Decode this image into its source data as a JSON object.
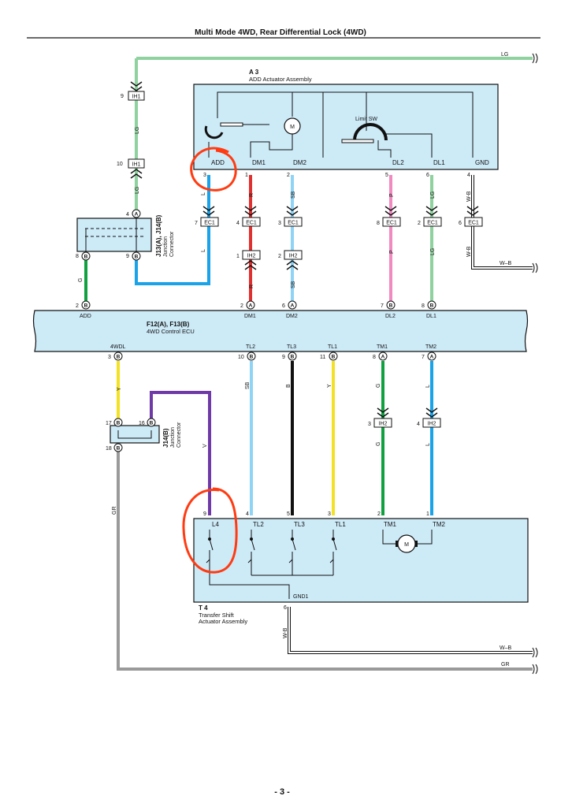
{
  "header": {
    "title": "Multi Mode 4WD, Rear Differential Lock (4WD)"
  },
  "footer": {
    "page": "- 3 -"
  },
  "colors": {
    "box_fill": "#cdeaf7",
    "marker": "#ff3b12",
    "LG": "#8fd29f",
    "L": "#1aa3e8",
    "R": "#e03030",
    "SB": "#8fd3f5",
    "P": "#f08ac0",
    "G": "#10a040",
    "W-B": "#ffffff",
    "Y": "#f2e124",
    "V": "#6f3aa8",
    "B": "#111111",
    "GR": "#9a9a9a"
  },
  "components": {
    "a3": {
      "code": "A 3",
      "name": "ADD Actuator Assembly",
      "limit_sw": "Limit SW",
      "motor": "M",
      "pins": [
        "ADD",
        "DM1",
        "DM2",
        "DL2",
        "DL1",
        "GND"
      ]
    },
    "ecu": {
      "code": "F12(A), F13(B)",
      "name": "4WD Control ECU",
      "pins_top": [
        "ADD",
        "DM1",
        "DM2",
        "DL2",
        "DL1"
      ],
      "pins_bottom": [
        "4WDL",
        "TL2",
        "TL3",
        "TL1",
        "TM1",
        "TM2"
      ]
    },
    "j13": {
      "code": "J13(A), J14(B)",
      "line1": "Junction",
      "line2": "Connector"
    },
    "j14": {
      "code": "J14(B)",
      "line1": "Junction",
      "line2": "Connector"
    },
    "t4": {
      "code": "T 4",
      "line1": "Transfer Shift",
      "line2": "Actuator Assembly",
      "motor": "M",
      "pins": [
        "L4",
        "TL2",
        "TL3",
        "TL1",
        "TM1",
        "TM2"
      ],
      "gnd": "GND1"
    }
  },
  "connectors": {
    "ih1": "IH1",
    "ec1": "EC1",
    "ih2": "IH2"
  },
  "pin_numbers": {
    "ih1_top": "9",
    "ih1_mid": "10",
    "j13_a": "4",
    "j13_b8": "8",
    "j13_b9": "9",
    "ecu_add": "2",
    "ecu_dm1": "2",
    "ecu_dm2": "6",
    "ecu_dl2": "7",
    "ecu_dl1": "8",
    "a3_add": "3",
    "a3_dm1": "1",
    "a3_dm2": "2",
    "a3_dl2": "5",
    "a3_dl1": "6",
    "a3_gnd": "4",
    "ec1_add": "7",
    "ec1_dm1": "4",
    "ec1_dm2": "3",
    "ec1_dl2": "8",
    "ec1_dl1": "2",
    "ec1_gnd": "6",
    "ih2_dm1": "1",
    "ih2_dm2": "2",
    "ecu_4wdl": "3",
    "ecu_tl2": "10",
    "ecu_tl3": "9",
    "ecu_tl1": "11",
    "ecu_tm1": "8",
    "ecu_tm2": "7",
    "j14_17": "17",
    "j14_16": "16",
    "j14_18": "18",
    "ih2_tm1": "3",
    "ih2_tm2": "4",
    "t4_l4": "9",
    "t4_tl2": "4",
    "t4_tl3": "5",
    "t4_tl1": "3",
    "t4_tm1": "2",
    "t4_tm2": "1",
    "t4_gnd": "6",
    "pin_a": "A",
    "pin_b": "B"
  },
  "wire_labels": {
    "lg": "LG",
    "l": "L",
    "r": "R",
    "sb": "SB",
    "p": "P",
    "g": "G",
    "wb": "W-B",
    "wb_dash": "W–B",
    "y": "Y",
    "v": "V",
    "b": "B",
    "gr": "GR"
  }
}
